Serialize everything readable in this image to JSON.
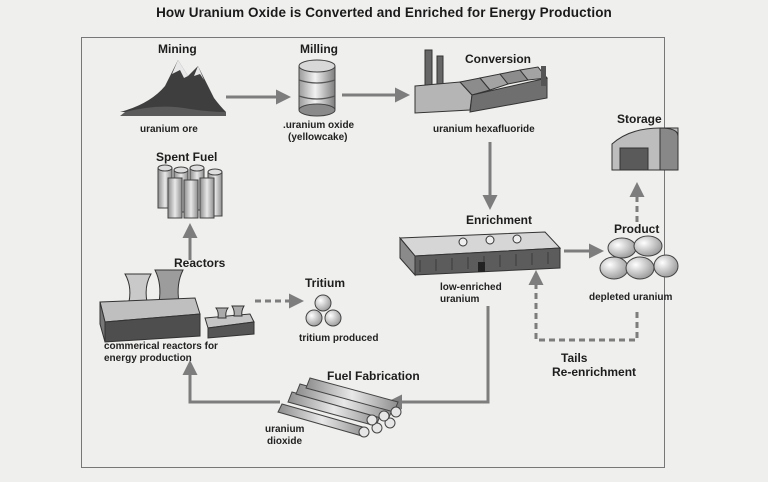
{
  "title": "How Uranium Oxide is Converted and Enriched for Energy Production",
  "stages": {
    "mining": {
      "name": "Mining",
      "desc": "uranium ore"
    },
    "milling": {
      "name": "Milling",
      "desc_line1": ".uranium oxide",
      "desc_line2": "(yellowcake)"
    },
    "conversion": {
      "name": "Conversion",
      "desc": "uranium hexafluoride"
    },
    "storage": {
      "name": "Storage"
    },
    "spent_fuel": {
      "name": "Spent Fuel"
    },
    "enrichment": {
      "name": "Enrichment",
      "desc_line1": "low-enriched",
      "desc_line2": "uranium"
    },
    "product": {
      "name": "Product",
      "desc": "depleted uranium"
    },
    "reactors": {
      "name": "Reactors",
      "desc_line1": "commerical reactors for",
      "desc_line2": "energy production"
    },
    "tritium": {
      "name": "Tritium",
      "desc": "tritium produced"
    },
    "tails": {
      "line1": "Tails",
      "line2": "Re-enrichment"
    },
    "fuel_fabrication": {
      "name": "Fuel Fabrication",
      "desc_line1": "uranium",
      "desc_line2": "dioxide"
    }
  },
  "colors": {
    "arrow": "#7d7d7d",
    "text": "#1d1d1d",
    "background": "#efefed"
  }
}
